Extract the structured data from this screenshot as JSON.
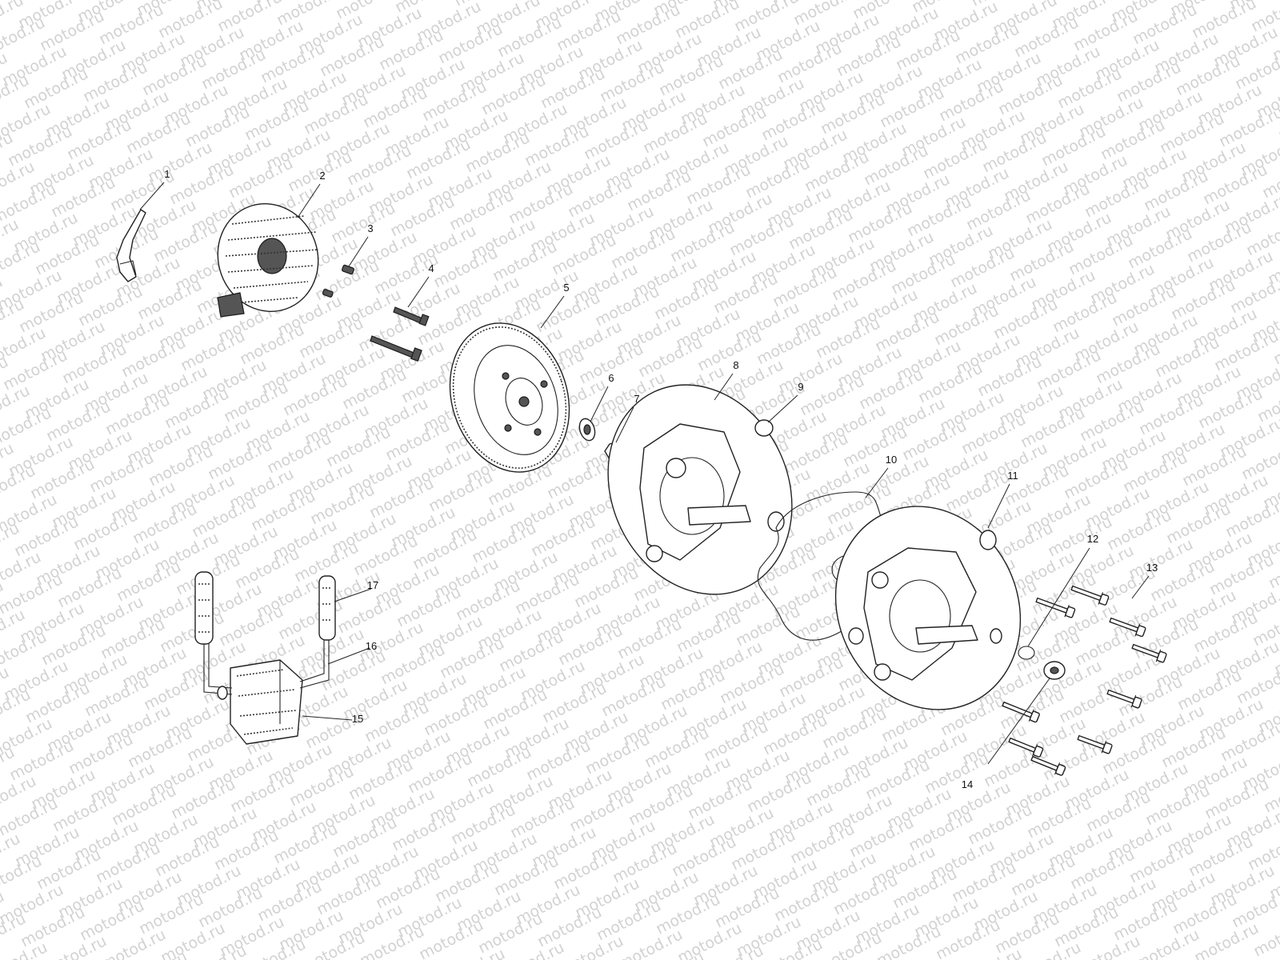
{
  "watermark": {
    "text": "motod.ru"
  },
  "callouts": [
    {
      "id": "c1",
      "label": "1"
    },
    {
      "id": "c2",
      "label": "2"
    },
    {
      "id": "c3",
      "label": "3"
    },
    {
      "id": "c4",
      "label": "4"
    },
    {
      "id": "c5",
      "label": "5"
    },
    {
      "id": "c6",
      "label": "6"
    },
    {
      "id": "c7",
      "label": "7"
    },
    {
      "id": "c8",
      "label": "8"
    },
    {
      "id": "c9",
      "label": "9"
    },
    {
      "id": "c10",
      "label": "10"
    },
    {
      "id": "c11",
      "label": "11"
    },
    {
      "id": "c12",
      "label": "12"
    },
    {
      "id": "c13",
      "label": "13"
    },
    {
      "id": "c14",
      "label": "14"
    },
    {
      "id": "c15",
      "label": "15"
    },
    {
      "id": "c16",
      "label": "16"
    },
    {
      "id": "c17",
      "label": "17"
    }
  ]
}
